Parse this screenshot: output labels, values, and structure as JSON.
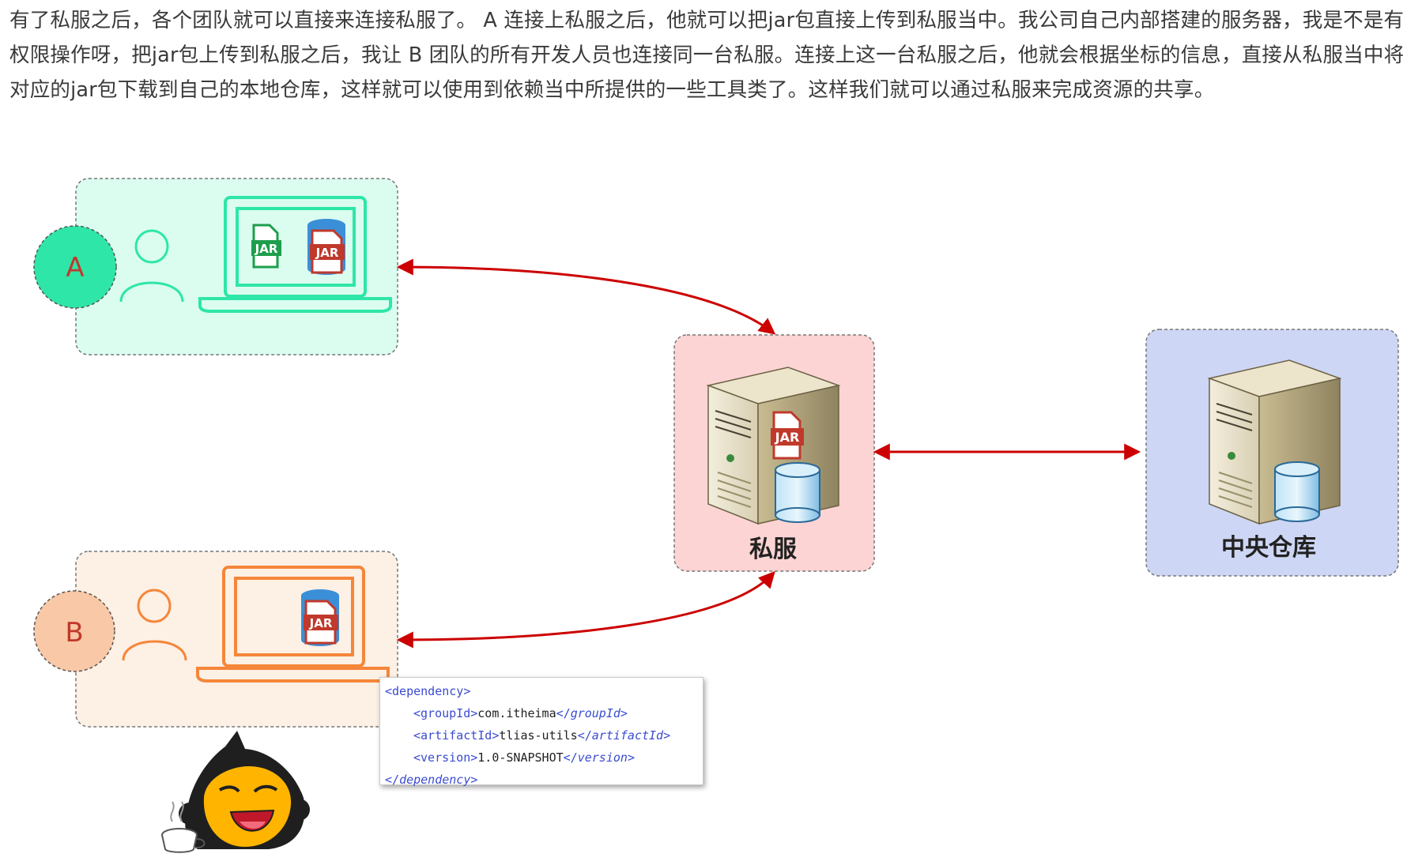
{
  "article": {
    "paragraph": "有了私服之后，各个团队就可以直接来连接私服了。 A 连接上私服之后，他就可以把jar包直接上传到私服当中。我公司自己内部搭建的服务器，我是不是有权限操作呀，把jar包上传到私服之后，我让 B 团队的所有开发人员也连接同一台私服。连接上这一台私服之后，他就会根据坐标的信息，直接从私服当中将对应的jar包下载到自己的本地仓库，这样就可以使用到依赖当中所提供的一些工具类了。这样我们就可以通过私服来完成资源的共享。"
  },
  "diagram": {
    "team_a": {
      "badge": "A",
      "color": "#2ee6a8",
      "fill": "#dafdf0"
    },
    "team_b": {
      "badge": "B",
      "color": "#f5863a",
      "fill": "#fdf0e4"
    },
    "jar_label": "JAR",
    "private_server": {
      "label": "私服",
      "fill": "#fdd4d4"
    },
    "central_repo": {
      "label": "中央仓库",
      "fill": "#cdd6f4"
    },
    "arrow_color": "#cc0000"
  },
  "code": {
    "open_tag": "dependency",
    "group_tag": "groupId",
    "group_value": "com.itheima",
    "artifact_tag": "artifactId",
    "artifact_value": "tlias-utils",
    "version_tag": "version",
    "version_value": "1.0-SNAPSHOT",
    "close_tag": "dependency"
  }
}
